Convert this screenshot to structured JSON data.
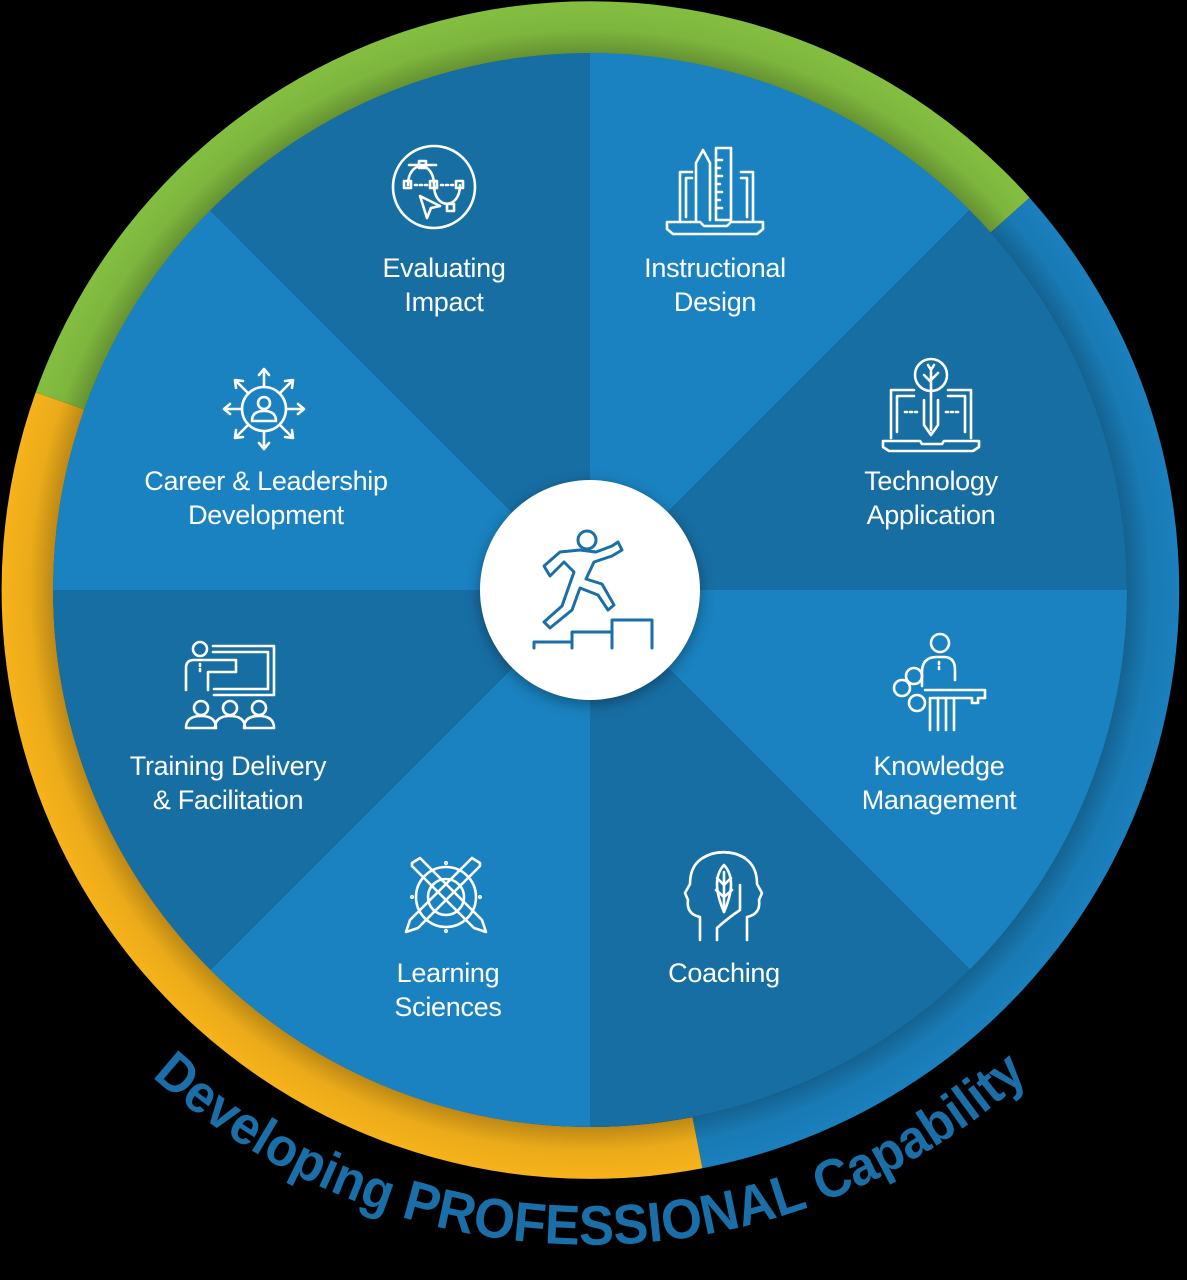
{
  "title": {
    "prefix": "Developing ",
    "emphasis": "PROFESSIONAL",
    "suffix": " Capability",
    "color": "#1a6fa8"
  },
  "colors": {
    "segment_dark": "#176ea3",
    "segment_light": "#1a82c0",
    "ring_green": "#84bf41",
    "ring_yellow": "#f7b31b",
    "ring_blue": "#1a80bd",
    "center_fill": "#ffffff",
    "center_icon": "#1a6fa8",
    "background": "#000000"
  },
  "center": {
    "icon": "person-climbing-stairs-icon"
  },
  "ring_segments": [
    {
      "name": "green",
      "color": "#84bf41",
      "covers": [
        "Career & Leadership Development (upper)",
        "Evaluating Impact",
        "Instructional Design"
      ]
    },
    {
      "name": "blue",
      "color": "#1a80bd",
      "covers": [
        "Technology Application",
        "Knowledge Management",
        "Coaching"
      ]
    },
    {
      "name": "yellow",
      "color": "#f7b31b",
      "covers": [
        "Career & Leadership Development (lower)",
        "Training Delivery & Facilitation",
        "Learning Sciences"
      ]
    }
  ],
  "segments": [
    {
      "id": "evaluating-impact",
      "line1": "Evaluating",
      "line2": "Impact",
      "icon": "bezier-curve-cursor-icon",
      "shade": "dark"
    },
    {
      "id": "instructional-design",
      "line1": "Instructional",
      "line2": "Design",
      "icon": "laptop-pencil-ruler-icon",
      "shade": "light"
    },
    {
      "id": "technology-application",
      "line1": "Technology",
      "line2": "Application",
      "icon": "laptop-pencil-tree-icon",
      "shade": "dark"
    },
    {
      "id": "knowledge-management",
      "line1": "Knowledge",
      "line2": "Management",
      "icon": "person-holding-key-icon",
      "shade": "light"
    },
    {
      "id": "coaching",
      "line1": "Coaching",
      "line2": "",
      "icon": "two-heads-leaf-icon",
      "shade": "dark"
    },
    {
      "id": "learning-sciences",
      "line1": "Learning",
      "line2": "Sciences",
      "icon": "crossed-pencils-target-icon",
      "shade": "light"
    },
    {
      "id": "training-delivery",
      "line1": "Training Delivery",
      "line2": "& Facilitation",
      "icon": "presenter-whiteboard-audience-icon",
      "shade": "dark"
    },
    {
      "id": "career-leadership",
      "line1": "Career & Leadership",
      "line2": "Development",
      "icon": "person-radiating-arrows-icon",
      "shade": "light"
    }
  ]
}
